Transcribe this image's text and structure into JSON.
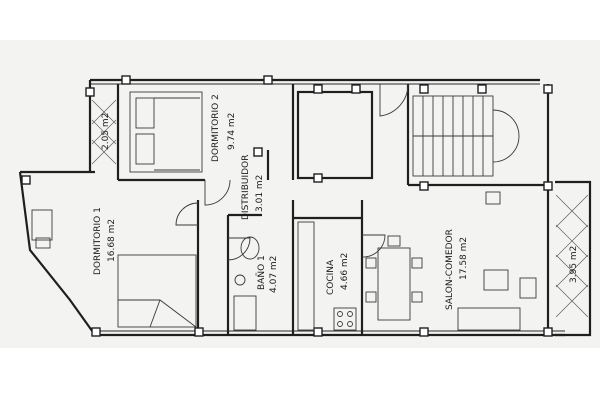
{
  "rooms": [
    {
      "id": "dormitorio-2",
      "name": "DORMITORIO 2",
      "area": "9.74 m2"
    },
    {
      "id": "dormitorio-1",
      "name": "DORMITORIO 1",
      "area": "16.68 m2"
    },
    {
      "id": "distribuidor",
      "name": "DISTRIBUIDOR",
      "area": "3.01 m2"
    },
    {
      "id": "bano",
      "name": "BAÑO 1",
      "area": "4.07 m2"
    },
    {
      "id": "cocina",
      "name": "COCINA",
      "area": "4.66 m2"
    },
    {
      "id": "salon",
      "name": "SALON-COMEDOR",
      "area": "17.58 m2"
    }
  ],
  "terraces": [
    {
      "id": "terraza-left",
      "area": "2.05 m2"
    },
    {
      "id": "terraza-right",
      "area": "3.95 m2"
    }
  ],
  "colors": {
    "paper": "#f3f3f1",
    "ink": "#1f1f1f",
    "background": "#ffffff"
  }
}
